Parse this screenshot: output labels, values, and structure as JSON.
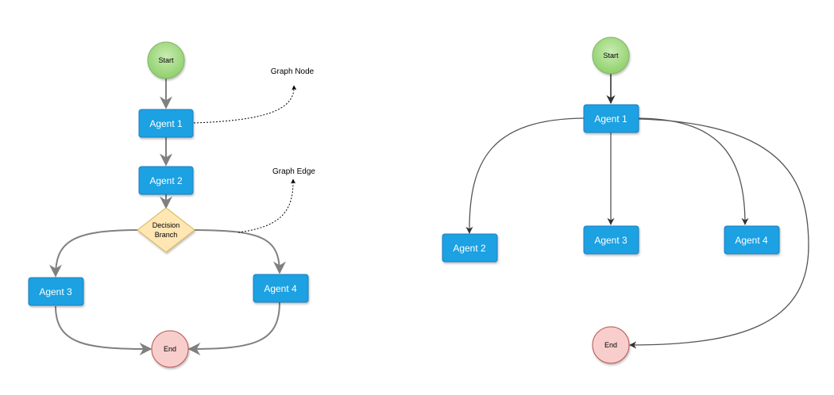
{
  "left_diagram": {
    "start": "Start",
    "agent1": "Agent 1",
    "agent2": "Agent 2",
    "decision_line1": "Decision",
    "decision_line2": "Branch",
    "agent3": "Agent 3",
    "agent4": "Agent 4",
    "end": "End",
    "annotation_node": "Graph Node",
    "annotation_edge": "Graph Edge"
  },
  "right_diagram": {
    "start": "Start",
    "agent1": "Agent 1",
    "agent2": "Agent 2",
    "agent3": "Agent 3",
    "agent4": "Agent 4",
    "end": "End"
  },
  "colors": {
    "agent_fill": "#1ba1e2",
    "agent_stroke": "#1a7fc1",
    "start_fill": "#a9dc8c",
    "start_stroke": "#82b366",
    "end_fill": "#f8cecc",
    "end_stroke": "#b85450",
    "decision_fill": "#ffe6b3",
    "decision_stroke": "#d6b656",
    "edge_left": "#808080",
    "edge_right": "#555555"
  }
}
